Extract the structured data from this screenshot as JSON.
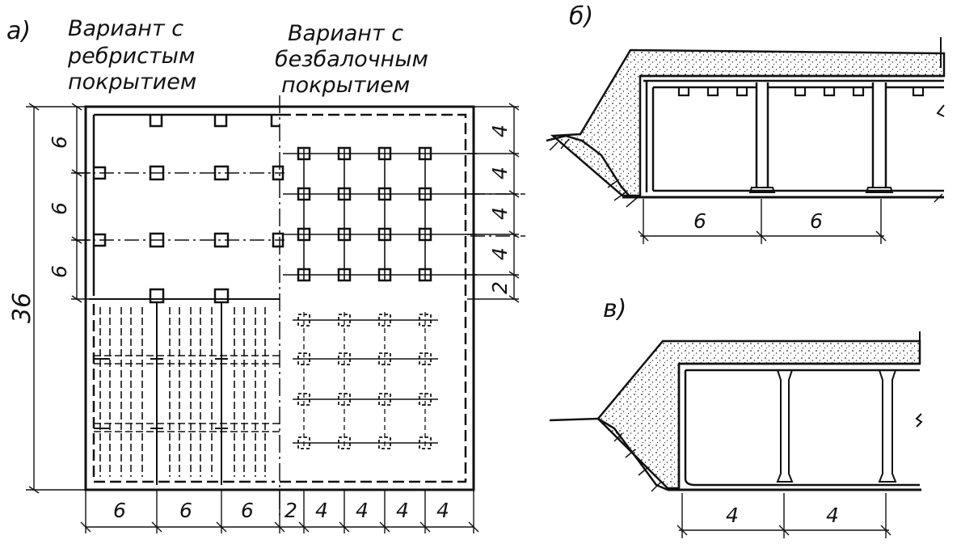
{
  "panel_a": {
    "letter": "а)",
    "ribbed_caption": [
      "Вариант с",
      "ребристым",
      "покрытием"
    ],
    "beamless_caption": [
      "Вариант с",
      "безбалочным",
      "покрытием"
    ],
    "dim_total": "36",
    "dims_left": [
      "6",
      "6",
      "6"
    ],
    "dims_right": [
      "4",
      "4",
      "4",
      "4",
      "2"
    ],
    "dims_bottom": [
      "6",
      "6",
      "6",
      "2",
      "4",
      "4",
      "4",
      "4"
    ]
  },
  "panel_b": {
    "letter": "б)",
    "dims": [
      "6",
      "6"
    ]
  },
  "panel_c": {
    "letter": "в)",
    "dims": [
      "4",
      "4"
    ]
  },
  "colors": {
    "ink": "#111111",
    "paper": "#ffffff"
  }
}
